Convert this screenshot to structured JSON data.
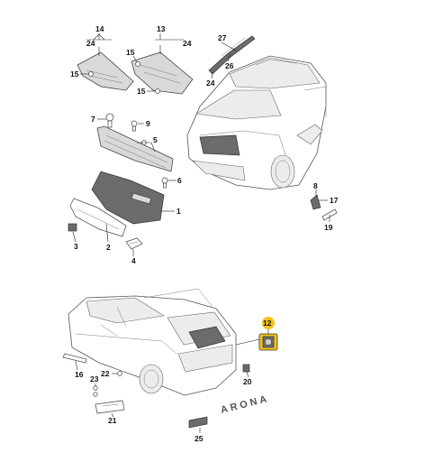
{
  "callouts": {
    "c1": "1",
    "c2": "2",
    "c3": "3",
    "c4": "4",
    "c5": "5",
    "c6": "6",
    "c7": "7",
    "c8": "8",
    "c9": "9",
    "c12": "12",
    "c13": "13",
    "c14": "14",
    "c15a": "15",
    "c15b": "15",
    "c15c": "15",
    "c16": "16",
    "c17": "17",
    "c19": "19",
    "c20": "20",
    "c21": "21",
    "c22": "22",
    "c23": "23",
    "c24a": "24",
    "c24b": "24",
    "c24c": "24",
    "c25": "25",
    "c26": "26",
    "c27": "27"
  },
  "badge": {
    "word": "ARONA"
  },
  "highlight": {
    "color": "#f2c21b",
    "part": "12"
  }
}
